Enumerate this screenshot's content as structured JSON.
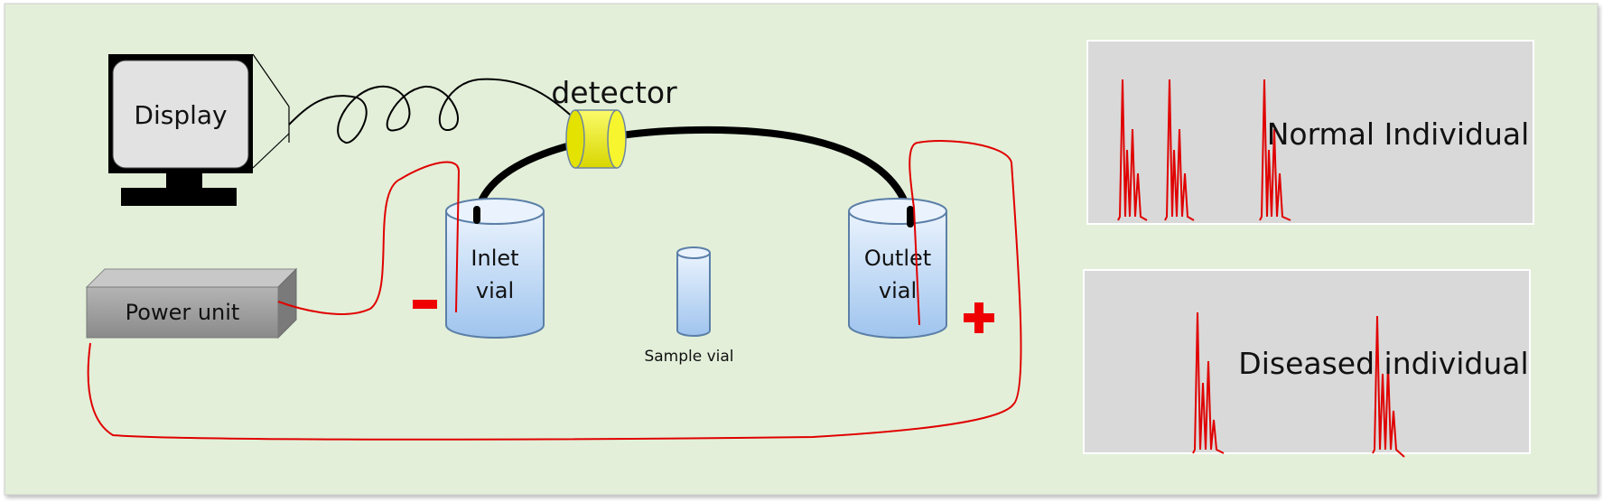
{
  "labels": {
    "display": "Display",
    "detector": "detector",
    "inlet_line1": "Inlet",
    "inlet_line2": "vial",
    "outlet_line1": "Outlet",
    "outlet_line2": "vial",
    "sample_vial": "Sample vial",
    "power_unit": "Power unit",
    "minus": "−",
    "plus": "+"
  },
  "panels": {
    "normal": "Normal Individual",
    "diseased": "Diseased individual"
  },
  "colors": {
    "background": "#e3efd9",
    "wire": "#e00000",
    "terminal": "#ee0000",
    "capillary": "#000000",
    "vial_fill": "#c6dcf5",
    "vial_stroke": "#5b7fa8",
    "detector": "#f0ef1c",
    "panel": "#d9d9d9"
  }
}
